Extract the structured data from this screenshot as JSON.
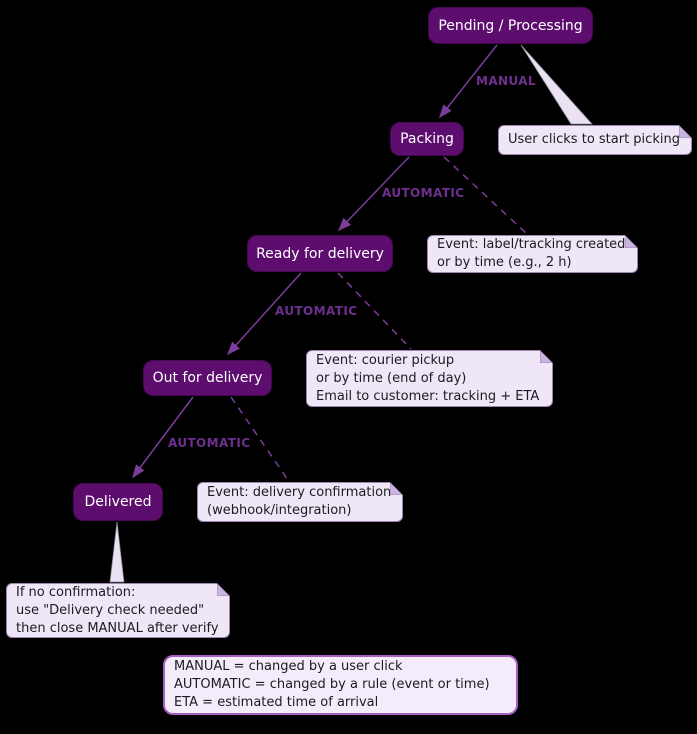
{
  "diagram": {
    "type": "state-flow",
    "background": "#000000",
    "colors": {
      "state_fill": "#5C0D6D",
      "state_text": "#FFFFFF",
      "arrow": "#7C3C99",
      "transition_label": "#6E2F90",
      "note_fill": "#EFE6F8",
      "note_border": "#9C86AE",
      "note_text": "#1C1C1C",
      "legend_fill": "#F4ECFA",
      "legend_border": "#A560C0"
    },
    "states": [
      {
        "label": "Pending / Processing"
      },
      {
        "label": "Packing"
      },
      {
        "label": "Ready for delivery"
      },
      {
        "label": "Out for delivery"
      },
      {
        "label": "Delivered"
      }
    ],
    "transitions": [
      {
        "from": "Pending / Processing",
        "to": "Packing",
        "label": "MANUAL"
      },
      {
        "from": "Packing",
        "to": "Ready for delivery",
        "label": "AUTOMATIC"
      },
      {
        "from": "Ready for delivery",
        "to": "Out for delivery",
        "label": "AUTOMATIC"
      },
      {
        "from": "Out for delivery",
        "to": "Delivered",
        "label": "AUTOMATIC"
      }
    ],
    "notes": [
      {
        "attached_to": "Pending / Processing",
        "lines": [
          "User clicks to start picking"
        ]
      },
      {
        "attached_to": "Packing to Ready for delivery",
        "lines": [
          "Event: label/tracking created",
          "or by time (e.g., 2 h)"
        ]
      },
      {
        "attached_to": "Ready for delivery to Out for delivery",
        "lines": [
          "Event: courier pickup",
          "or by time (end of day)",
          "Email to customer: tracking + ETA"
        ]
      },
      {
        "attached_to": "Out for delivery to Delivered",
        "lines": [
          "Event: delivery confirmation",
          "(webhook/integration)"
        ]
      },
      {
        "attached_to": "Delivered",
        "lines": [
          "If no confirmation:",
          "use \"Delivery check needed\"",
          "then close MANUAL after verify"
        ]
      }
    ],
    "legend": {
      "lines": [
        "MANUAL = changed by a user click",
        "AUTOMATIC = changed by a rule (event or time)",
        "ETA = estimated time of arrival"
      ]
    }
  }
}
